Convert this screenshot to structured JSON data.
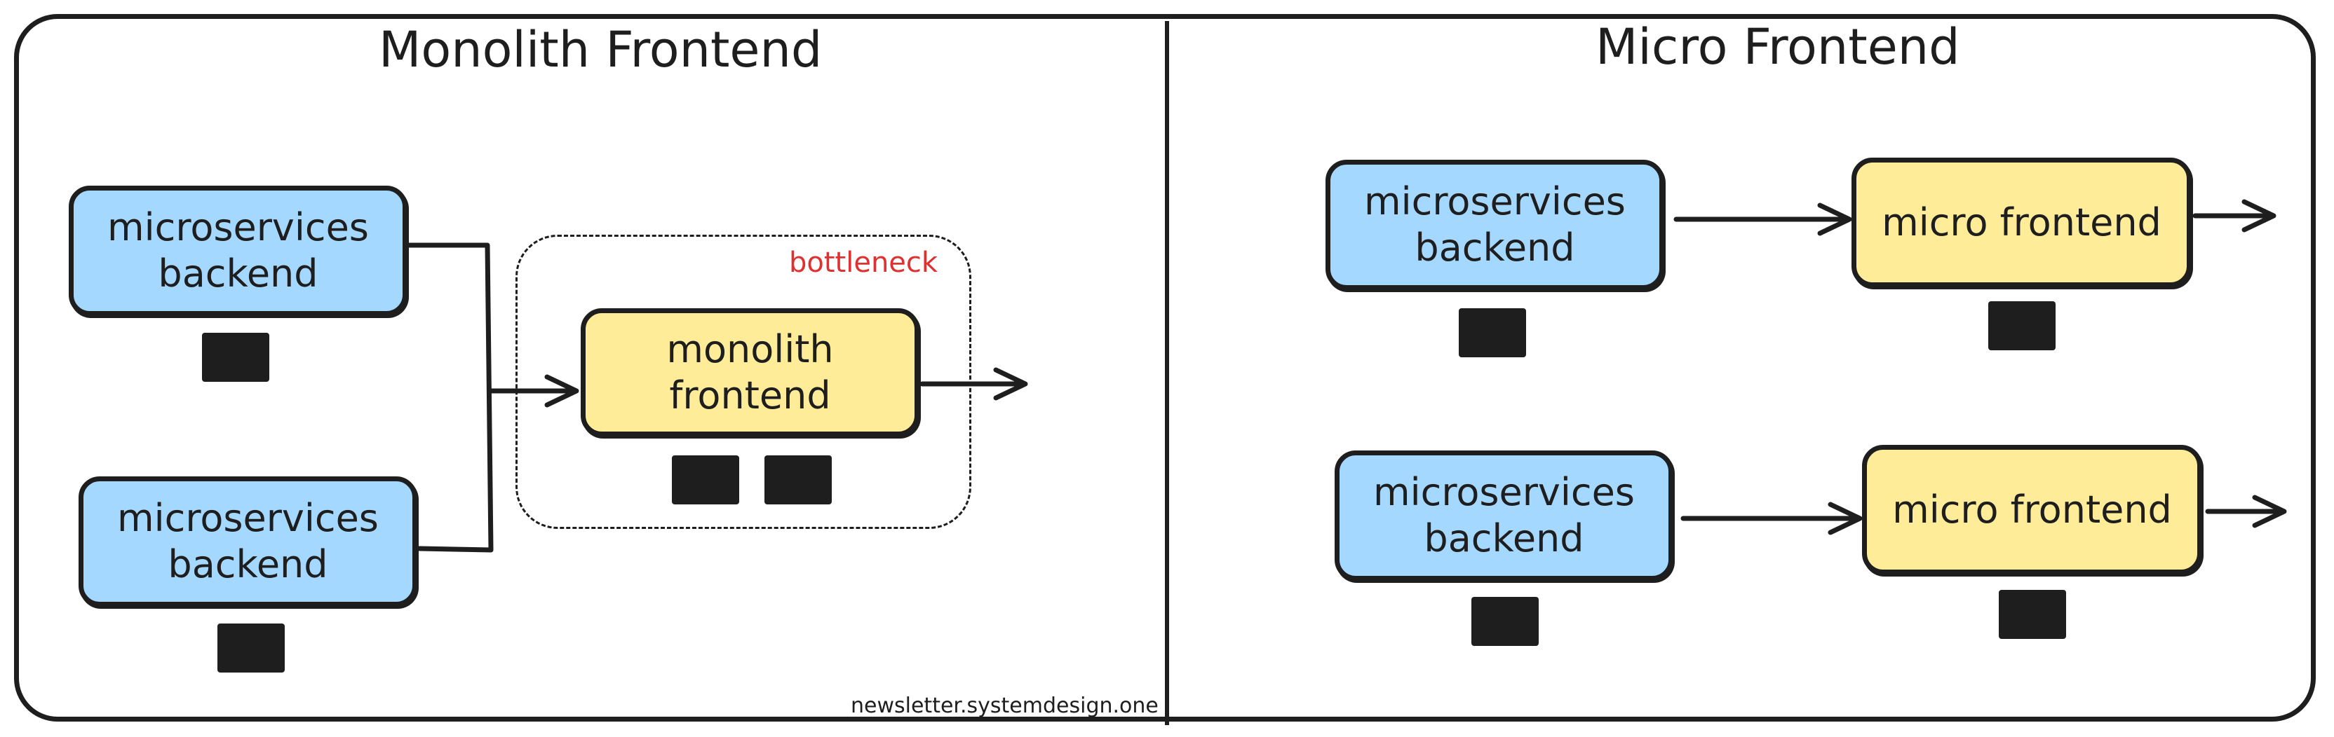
{
  "left_panel": {
    "title": "Monolith Frontend",
    "backends": [
      {
        "line1": "microservices",
        "line2": "backend"
      },
      {
        "line1": "microservices",
        "line2": "backend"
      }
    ],
    "frontend": {
      "line1": "monolith",
      "line2": "frontend"
    },
    "bottleneck_label": "bottleneck",
    "credit": "newsletter.systemdesign.one"
  },
  "right_panel": {
    "title": "Micro Frontend",
    "rows": [
      {
        "backend_line1": "microservices",
        "backend_line2": "backend",
        "frontend": "micro frontend"
      },
      {
        "backend_line1": "microservices",
        "backend_line2": "backend",
        "frontend": "micro frontend"
      }
    ]
  },
  "colors": {
    "backend_fill": "#a5d8ff",
    "frontend_fill": "#ffec99",
    "stroke": "#1e1e1e",
    "bottleneck_text": "#e03131"
  }
}
